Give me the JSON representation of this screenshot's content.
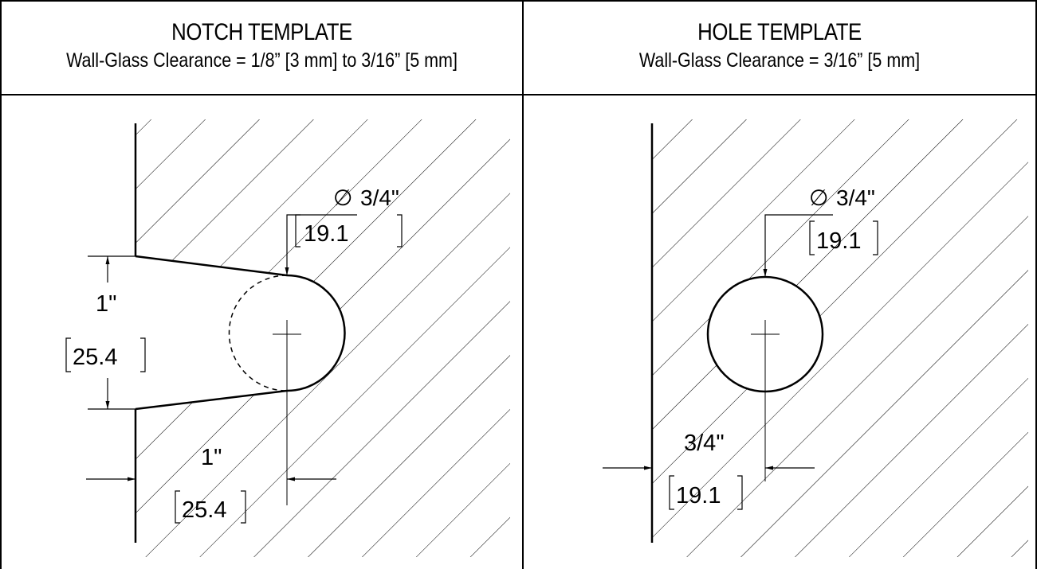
{
  "panels": [
    {
      "title": "NOTCH TEMPLATE",
      "subtitle": "Wall-Glass Clearance = 1/8” [3 mm] to 3/16” [5 mm]",
      "dimensions": {
        "diameter": {
          "symbol": "∅",
          "imperial": "3/4\"",
          "metric": "19.1"
        },
        "height": {
          "imperial": "1\"",
          "metric": "25.4"
        },
        "depth": {
          "imperial": "1\"",
          "metric": "25.4"
        }
      }
    },
    {
      "title": "HOLE TEMPLATE",
      "subtitle": "Wall-Glass Clearance = 3/16” [5 mm]",
      "dimensions": {
        "diameter": {
          "symbol": "∅",
          "imperial": "3/4\"",
          "metric": "19.1"
        },
        "offset": {
          "imperial": "3/4\"",
          "metric": "19.1"
        }
      }
    }
  ]
}
